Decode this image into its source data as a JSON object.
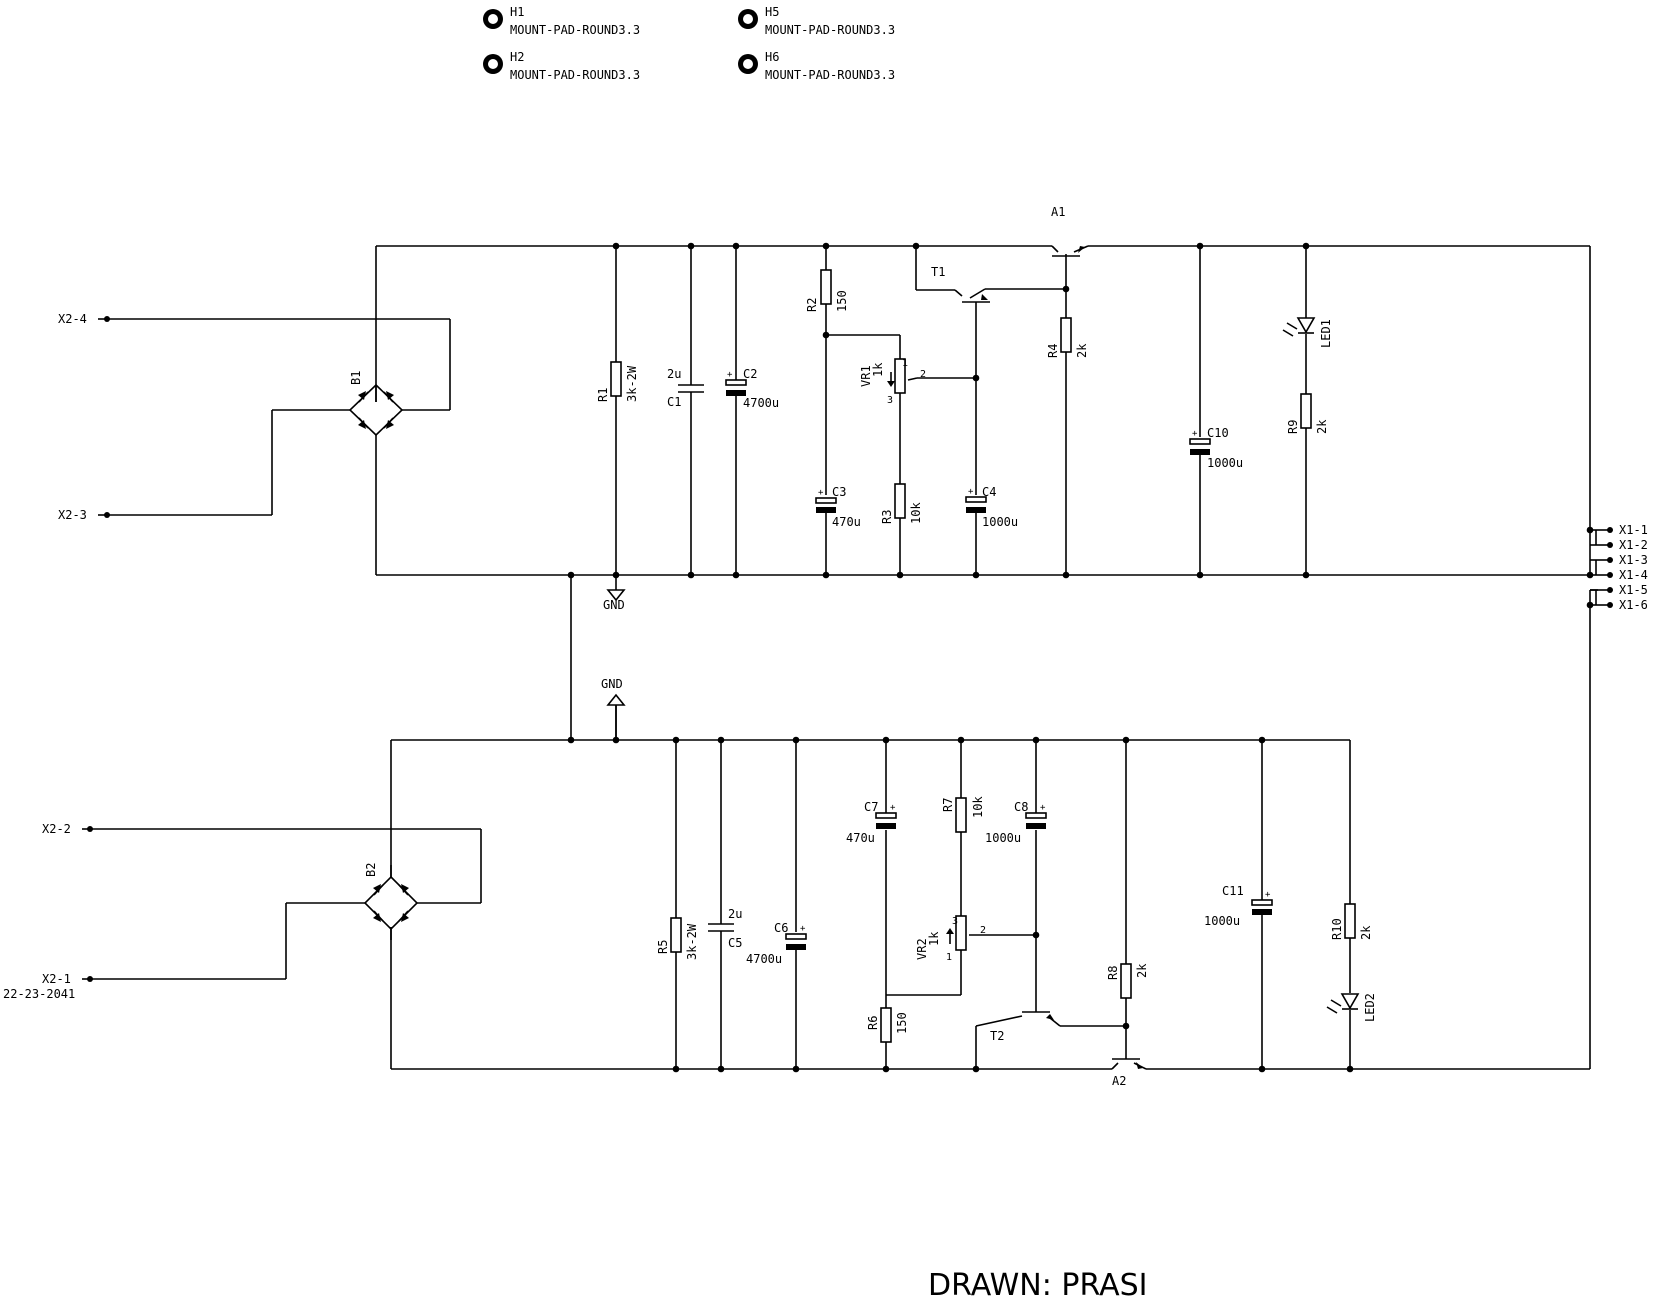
{
  "mount_pads": [
    {
      "ref": "H1",
      "value": "MOUNT-PAD-ROUND3.3"
    },
    {
      "ref": "H2",
      "value": "MOUNT-PAD-ROUND3.3"
    },
    {
      "ref": "H5",
      "value": "MOUNT-PAD-ROUND3.3"
    },
    {
      "ref": "H6",
      "value": "MOUNT-PAD-ROUND3.3"
    }
  ],
  "connectors": {
    "input": [
      "X2-4",
      "X2-3",
      "X2-2",
      "X2-1"
    ],
    "input_part": "22-23-2041",
    "output": [
      "X1-1",
      "X1-2",
      "X1-3",
      "X1-4",
      "X1-5",
      "X1-6"
    ]
  },
  "gnd": "GND",
  "components": {
    "B1": "B1",
    "B2": "B2",
    "R1": {
      "ref": "R1",
      "value": "3k-2W"
    },
    "C1": {
      "ref": "C1",
      "value": "2u"
    },
    "C2": {
      "ref": "C2",
      "value": "4700u"
    },
    "R2": {
      "ref": "R2",
      "value": "150"
    },
    "VR1": {
      "ref": "VR1",
      "value": "1k"
    },
    "R3": {
      "ref": "R3",
      "value": "10k"
    },
    "C3": {
      "ref": "C3",
      "value": "470u"
    },
    "T1": "T1",
    "C4": {
      "ref": "C4",
      "value": "1000u"
    },
    "A1": "A1",
    "R4": {
      "ref": "R4",
      "value": "2k"
    },
    "C10": {
      "ref": "C10",
      "value": "1000u"
    },
    "LED1": "LED1",
    "R9": {
      "ref": "R9",
      "value": "2k"
    },
    "R5": {
      "ref": "R5",
      "value": "3k-2W"
    },
    "C5": {
      "ref": "C5",
      "value": "2u"
    },
    "C6": {
      "ref": "C6",
      "value": "4700u"
    },
    "C7": {
      "ref": "C7",
      "value": "470u"
    },
    "R6": {
      "ref": "R6",
      "value": "150"
    },
    "R7": {
      "ref": "R7",
      "value": "10k"
    },
    "VR2": {
      "ref": "VR2",
      "value": "1k"
    },
    "C8": {
      "ref": "C8",
      "value": "1000u"
    },
    "T2": "T2",
    "R8": {
      "ref": "R8",
      "value": "2k"
    },
    "A2": "A2",
    "C11": {
      "ref": "C11",
      "value": "1000u"
    },
    "R10": {
      "ref": "R10",
      "value": "2k"
    },
    "LED2": "LED2"
  },
  "pins": {
    "one": "1",
    "two": "2",
    "three": "3"
  },
  "drawn_by": "DRAWN: PRASI"
}
